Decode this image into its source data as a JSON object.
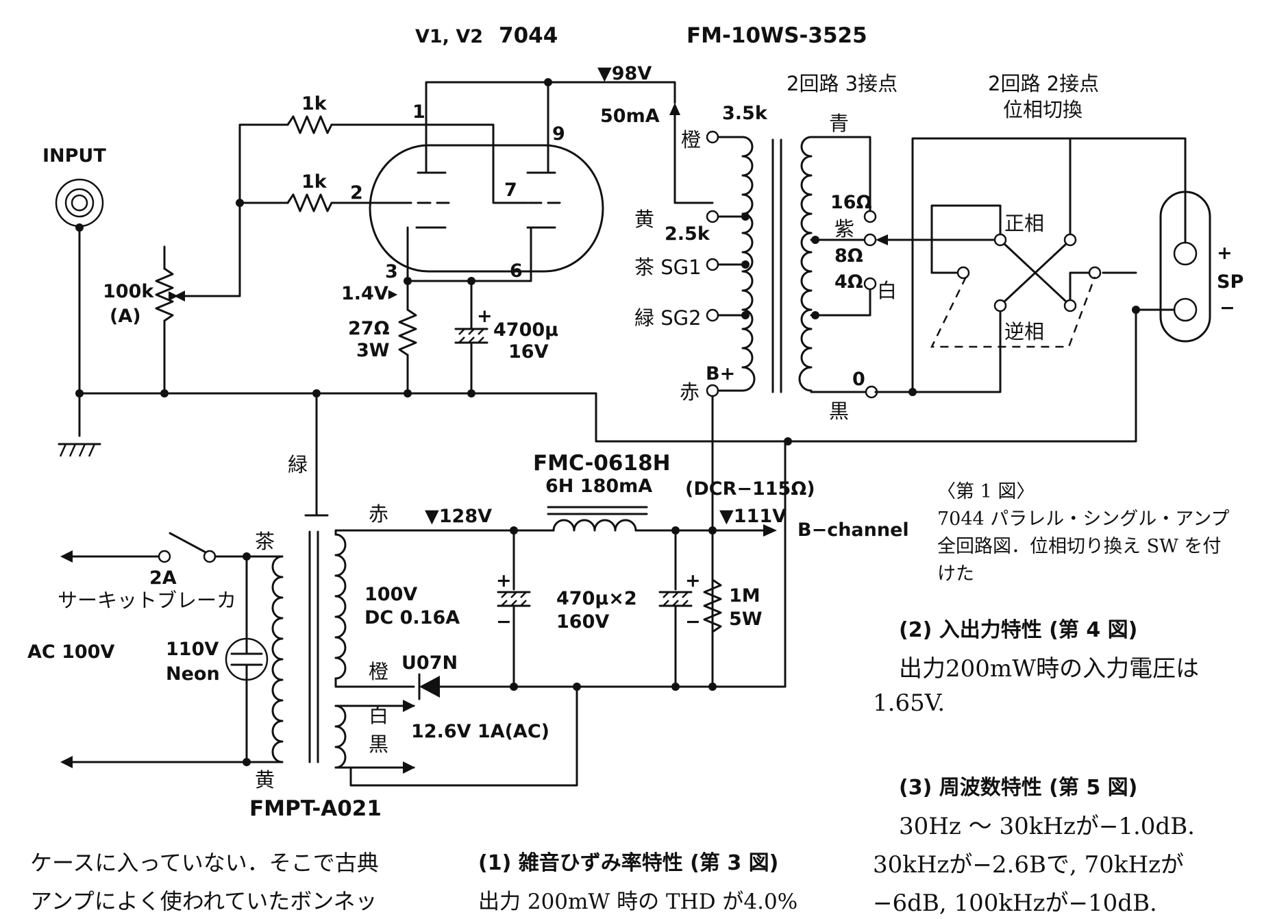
{
  "diagram": {
    "tube_label": "V1, V2",
    "tube_type": "7044",
    "output_transformer_model": "FM-10WS-3525",
    "switch_3way_label": "2回路 3接点",
    "switch_2way_label_line1": "2回路 2接点",
    "switch_2way_label_line2": "位相切換",
    "voltage_plate": "▼98V",
    "current_plate": "50mA",
    "impedance_primary": "3.5k",
    "impedance_tap": "2.5k",
    "input_label": "INPUT",
    "r_grid1": "1k",
    "r_grid2": "1k",
    "volume_value": "100k",
    "volume_curve": "(A)",
    "cathode_voltage": "1.4V▸",
    "cathode_resistor_value": "27Ω",
    "cathode_resistor_power": "3W",
    "cathode_cap_value": "4700μ",
    "cathode_cap_voltage": "16V",
    "pins": [
      "1",
      "2",
      "3",
      "9",
      "7",
      "6"
    ],
    "ot_primary_wires": [
      "橙",
      "黄",
      "茶 SG1",
      "緑 SG2",
      "赤"
    ],
    "ot_bplus": "B+",
    "ot_secondary_top": "青",
    "ot_secondary_bottom": "黒",
    "taps": [
      "16Ω",
      "紫",
      "8Ω",
      "4Ω",
      "白",
      "0"
    ],
    "phase_normal": "正相",
    "phase_reverse": "逆相",
    "sp_label": "SP",
    "sp_plus": "+",
    "sp_minus": "−",
    "wire_green": "緑",
    "choke_model": "FMC-0618H",
    "choke_spec": "6H 180mA",
    "choke_dcr": "(DCR−115Ω)",
    "v_rect": "▼128V",
    "v_b": "▼111V",
    "b_channel": "B−channel",
    "pt_wire_red": "赤",
    "pt_wire_brown": "茶",
    "pt_wire_orange": "橙",
    "pt_wire_white": "白",
    "pt_wire_black": "黒",
    "pt_wire_yellow": "黄",
    "pt_hv": "100V",
    "pt_hv_dc": "DC 0.16A",
    "pt_heater": "12.6V 1A(AC)",
    "pt_model": "FMPT-A021",
    "diode": "U07N",
    "filter_cap": "470μ×2",
    "filter_cap_v": "160V",
    "bleeder_value": "1M",
    "bleeder_power": "5W",
    "breaker_rating": "2A",
    "breaker_label": "サーキットブレーカ",
    "ac_label": "AC 100V",
    "neon_v": "110V",
    "neon_label": "Neon"
  },
  "caption": {
    "title": "〈第 1 図〉",
    "line1": "7044 パラレル・シングル・アンプ",
    "line2": "全回路図．位相切り換え SW を付",
    "line3": "けた"
  },
  "text": {
    "sec2_heading": "(2) 入出力特性 (第 4 図)",
    "sec2_line1": "出力200mW時の入力電圧は",
    "sec2_line2": "1.65V.",
    "sec3_heading": "(3) 周波数特性 (第 5 図)",
    "sec3_line1": "30Hz 〜 30kHzが−1.0dB.",
    "sec3_line2": "30kHzが−2.6Bで, 70kHzが",
    "sec3_line3": "−6dB, 100kHzが−10dB.",
    "sec1_heading": "(1) 雑音ひずみ率特性 (第 3 図)",
    "sec1_line1": "出力 200mW 時の THD が4.0%",
    "left_line1": "ケースに入っていない．そこで古典",
    "left_line2": "アンプによく使われていたボンネッ"
  }
}
